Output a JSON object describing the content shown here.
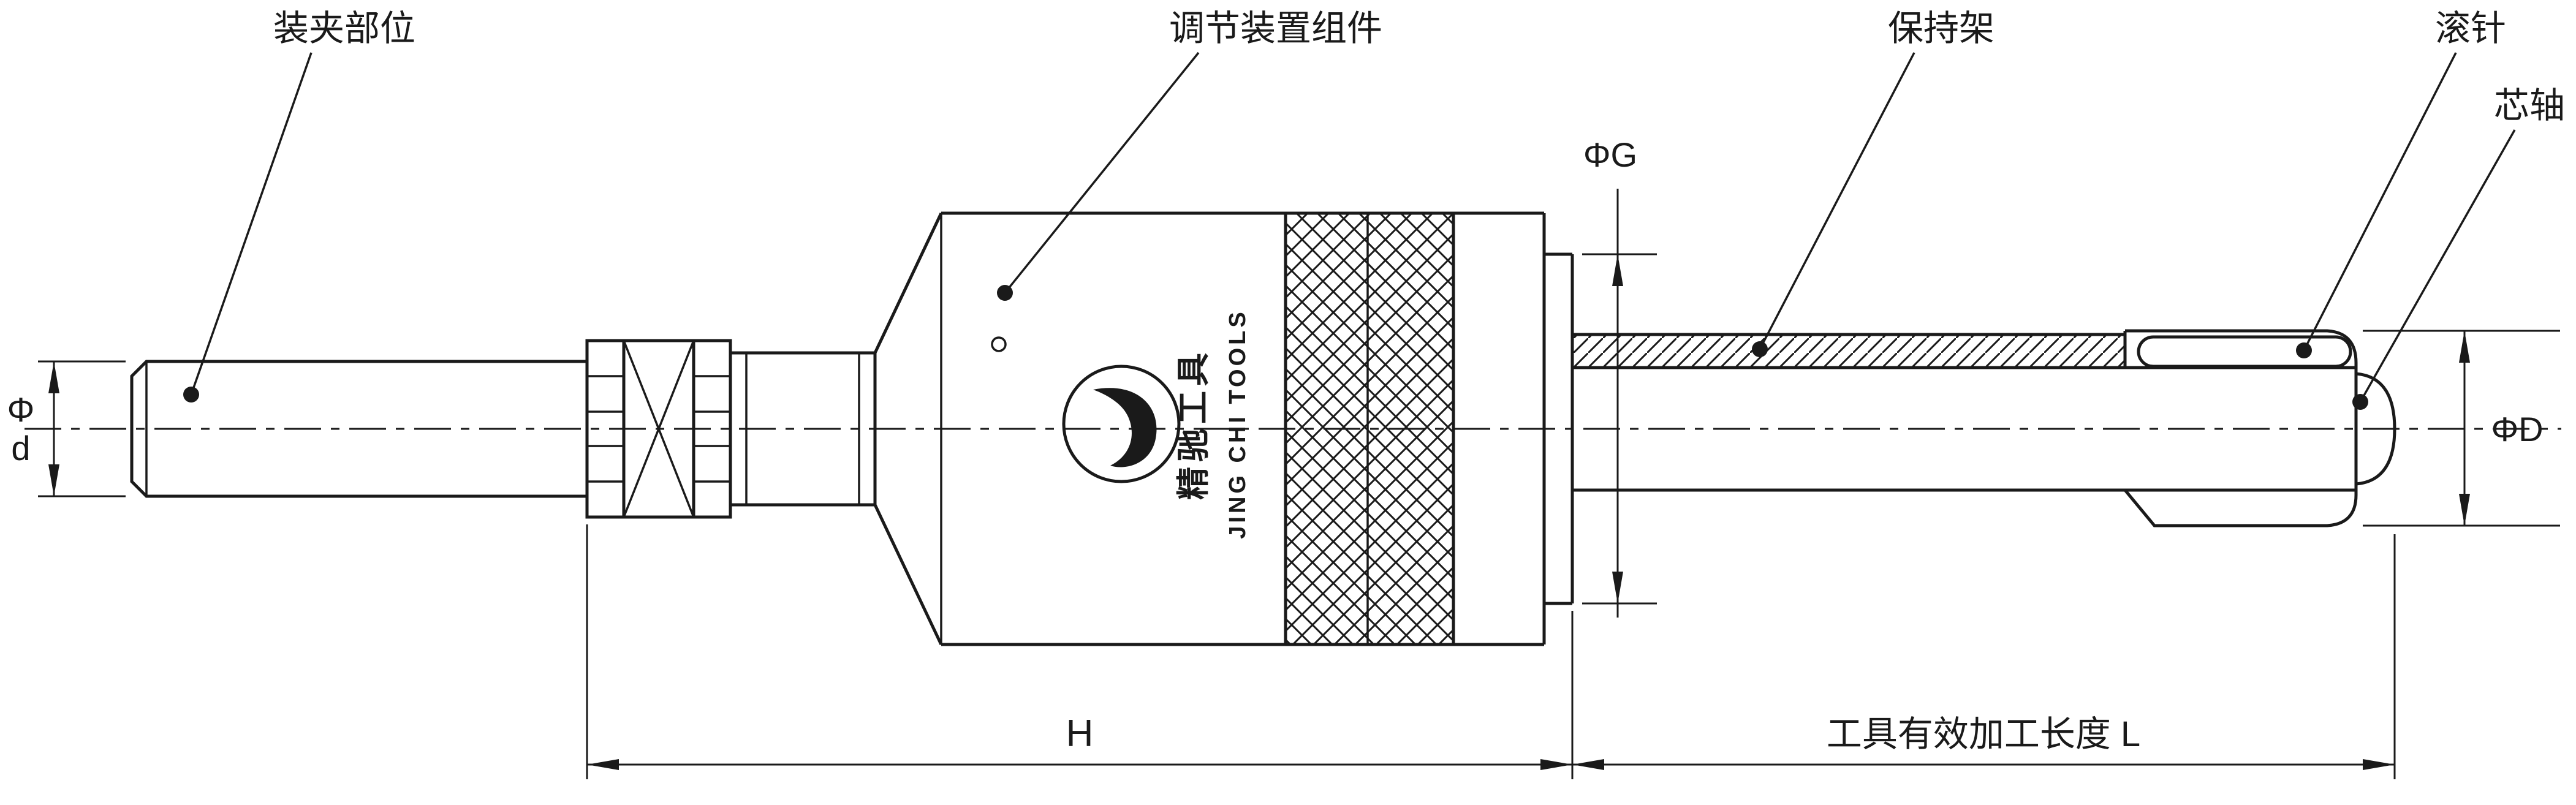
{
  "drawing": {
    "callouts": {
      "clamping_area": "装夹部位",
      "adjusting_assembly": "调节装置组件",
      "cage": "保持架",
      "needle_roller": "滚针",
      "mandrel": "芯轴"
    },
    "dimensions": {
      "shank_diameter": "Φd",
      "ring_diameter": "ΦG",
      "working_diameter": "ΦD",
      "body_length": "H",
      "effective_length": "工具有效加工长度 L"
    },
    "brand": {
      "name_cn": "精驰工具",
      "name_en": "JING CHI TOOLS"
    },
    "colors": {
      "line": "#1a1a1a",
      "background": "#ffffff"
    }
  }
}
